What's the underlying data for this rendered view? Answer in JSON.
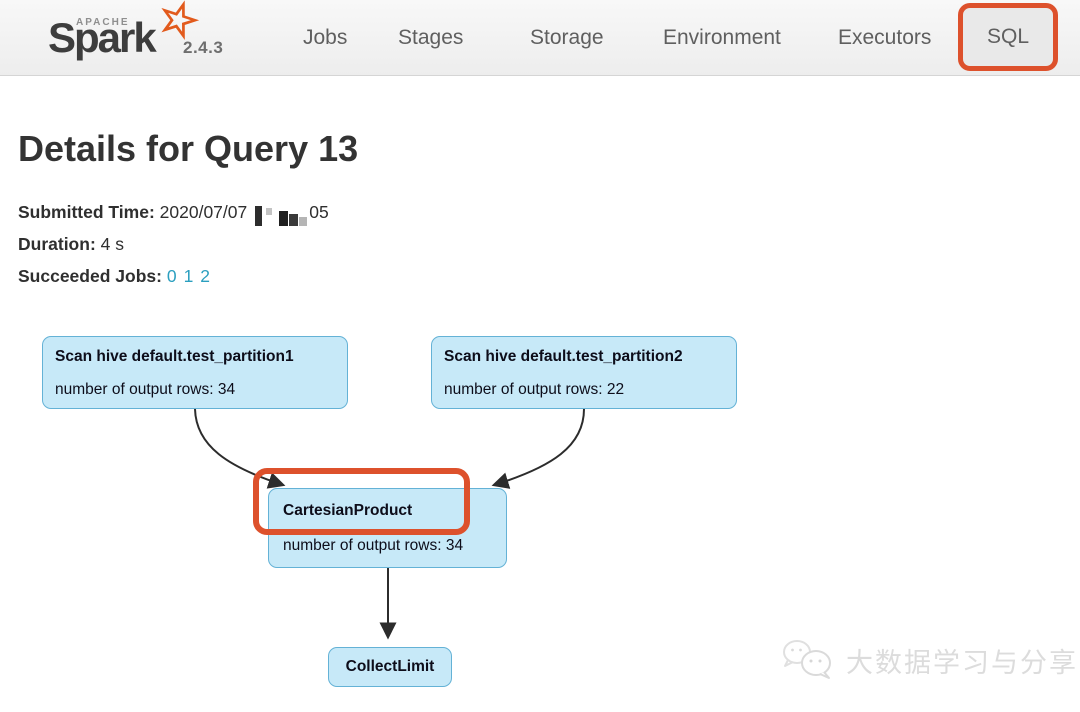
{
  "navbar": {
    "logo": {
      "apache": "APACHE",
      "name": "Spark",
      "star": "star-icon",
      "version": "2.4.3"
    },
    "items": [
      {
        "label": "Jobs"
      },
      {
        "label": "Stages"
      },
      {
        "label": "Storage"
      },
      {
        "label": "Environment"
      },
      {
        "label": "Executors"
      },
      {
        "label": "SQL",
        "active": true,
        "annotation": "orange highlight box"
      }
    ]
  },
  "page": {
    "title": "Details for Query 13",
    "meta": {
      "submitted_label": "Submitted Time:",
      "submitted_value": "2020/07/07",
      "submitted_redacted": true,
      "submitted_suffix": "05",
      "duration_label": "Duration:",
      "duration_value": "4 s",
      "jobs_label": "Succeeded Jobs:",
      "jobs_links": [
        "0",
        "1",
        "2"
      ]
    }
  },
  "dag": {
    "nodes": [
      {
        "title": "Scan hive default.test_partition1",
        "metric": "number of output rows: 34"
      },
      {
        "title": "Scan hive default.test_partition2",
        "metric": "number of output rows: 22"
      },
      {
        "title": "CartesianProduct",
        "metric": "number of output rows: 34",
        "highlighted": true
      },
      {
        "title": "CollectLimit"
      }
    ],
    "edges": [
      {
        "from": 0,
        "to": 2
      },
      {
        "from": 1,
        "to": 2
      },
      {
        "from": 2,
        "to": 3
      }
    ]
  },
  "watermark": {
    "text": "大数据学习与分享",
    "icon": "chat-bubbles-icon"
  },
  "colors": {
    "annotation_orange": "#dd512c",
    "node_fill": "#c7e9f8",
    "node_border": "#64b2d6",
    "link_teal": "#2b9fbf",
    "spark_orange": "#e25a1c",
    "navbar_bg": "#f2f2f2",
    "watermark_gray": "#dcdcdc"
  }
}
